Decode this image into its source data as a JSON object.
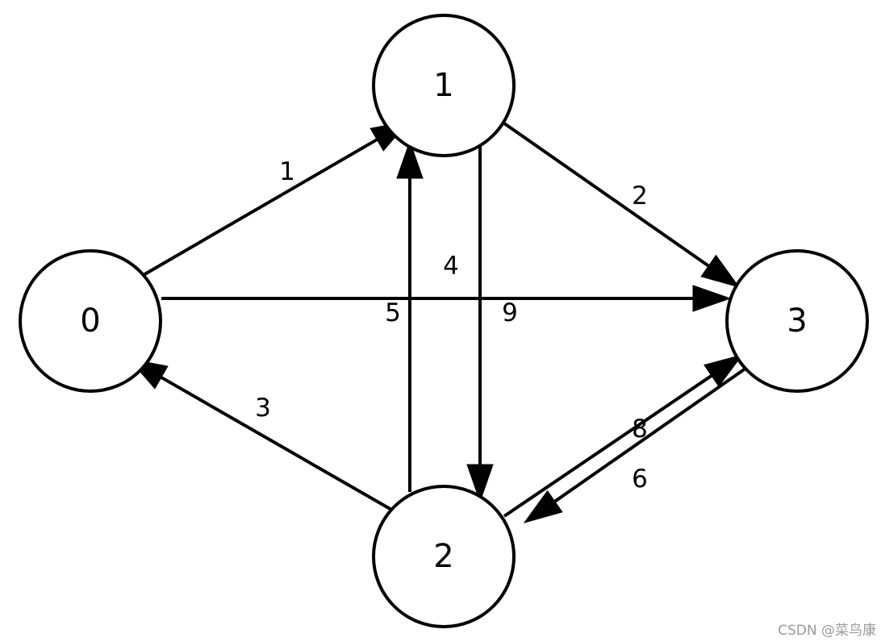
{
  "graph": {
    "nodes": [
      {
        "id": "0",
        "label": "0"
      },
      {
        "id": "1",
        "label": "1"
      },
      {
        "id": "2",
        "label": "2"
      },
      {
        "id": "3",
        "label": "3"
      }
    ],
    "edges": [
      {
        "from": "0",
        "to": "1",
        "weight": "1"
      },
      {
        "from": "1",
        "to": "3",
        "weight": "2"
      },
      {
        "from": "2",
        "to": "0",
        "weight": "3"
      },
      {
        "from": "2",
        "to": "1",
        "weight": "4"
      },
      {
        "from": "0",
        "to": "3",
        "weight": "5"
      },
      {
        "from": "3",
        "to": "2",
        "weight": "6"
      },
      {
        "from": "2",
        "to": "3",
        "weight": "8"
      },
      {
        "from": "1",
        "to": "2",
        "weight": "9"
      }
    ]
  },
  "watermark": "CSDN @菜鸟康"
}
